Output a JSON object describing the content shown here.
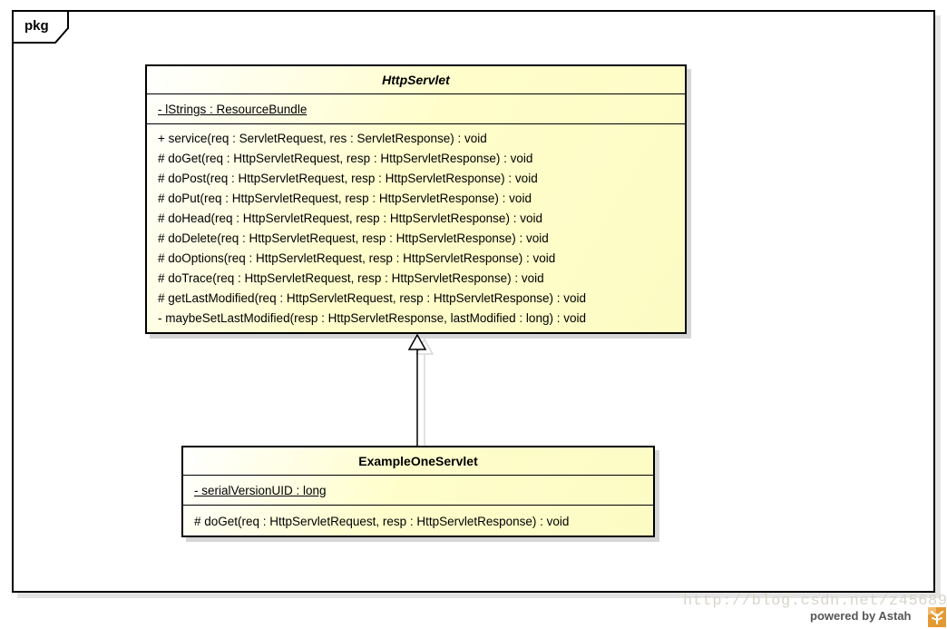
{
  "package": {
    "label": "pkg"
  },
  "classes": [
    {
      "name": "HttpServlet",
      "abstract": true,
      "attributes": [
        "- lStrings : ResourceBundle"
      ],
      "methods": [
        "+ service(req : ServletRequest, res : ServletResponse) : void",
        "# doGet(req : HttpServletRequest, resp : HttpServletResponse) : void",
        "# doPost(req : HttpServletRequest, resp : HttpServletResponse) : void",
        "# doPut(req : HttpServletRequest, resp : HttpServletResponse) : void",
        "# doHead(req : HttpServletRequest, resp : HttpServletResponse) : void",
        "# doDelete(req : HttpServletRequest, resp : HttpServletResponse) : void",
        "# doOptions(req : HttpServletRequest, resp : HttpServletResponse) : void",
        "# doTrace(req : HttpServletRequest, resp : HttpServletResponse) : void",
        "# getLastModified(req : HttpServletRequest, resp : HttpServletResponse) : void",
        "- maybeSetLastModified(resp : HttpServletResponse, lastModified : long) : void"
      ]
    },
    {
      "name": "ExampleOneServlet",
      "abstract": false,
      "attributes": [
        "- serialVersionUID : long"
      ],
      "methods": [
        "# doGet(req : HttpServletRequest, resp : HttpServletResponse) : void"
      ]
    }
  ],
  "relationship": {
    "type": "generalization",
    "from": "ExampleOneServlet",
    "to": "HttpServlet"
  },
  "watermark": "http://blog.csdn.net/z45689",
  "credit": {
    "text": "powered by Astah",
    "icon": "astah-logo-icon"
  },
  "colors": {
    "class_fill": "#fffecb",
    "class_fill_light": "#ffffff",
    "border": "#000000",
    "shadow": "#d6d6d6",
    "frame_shadow": "#e4e4e4",
    "watermark": "#d8d5ca",
    "credit": "#565656",
    "astah_orange": "#e49a33"
  }
}
